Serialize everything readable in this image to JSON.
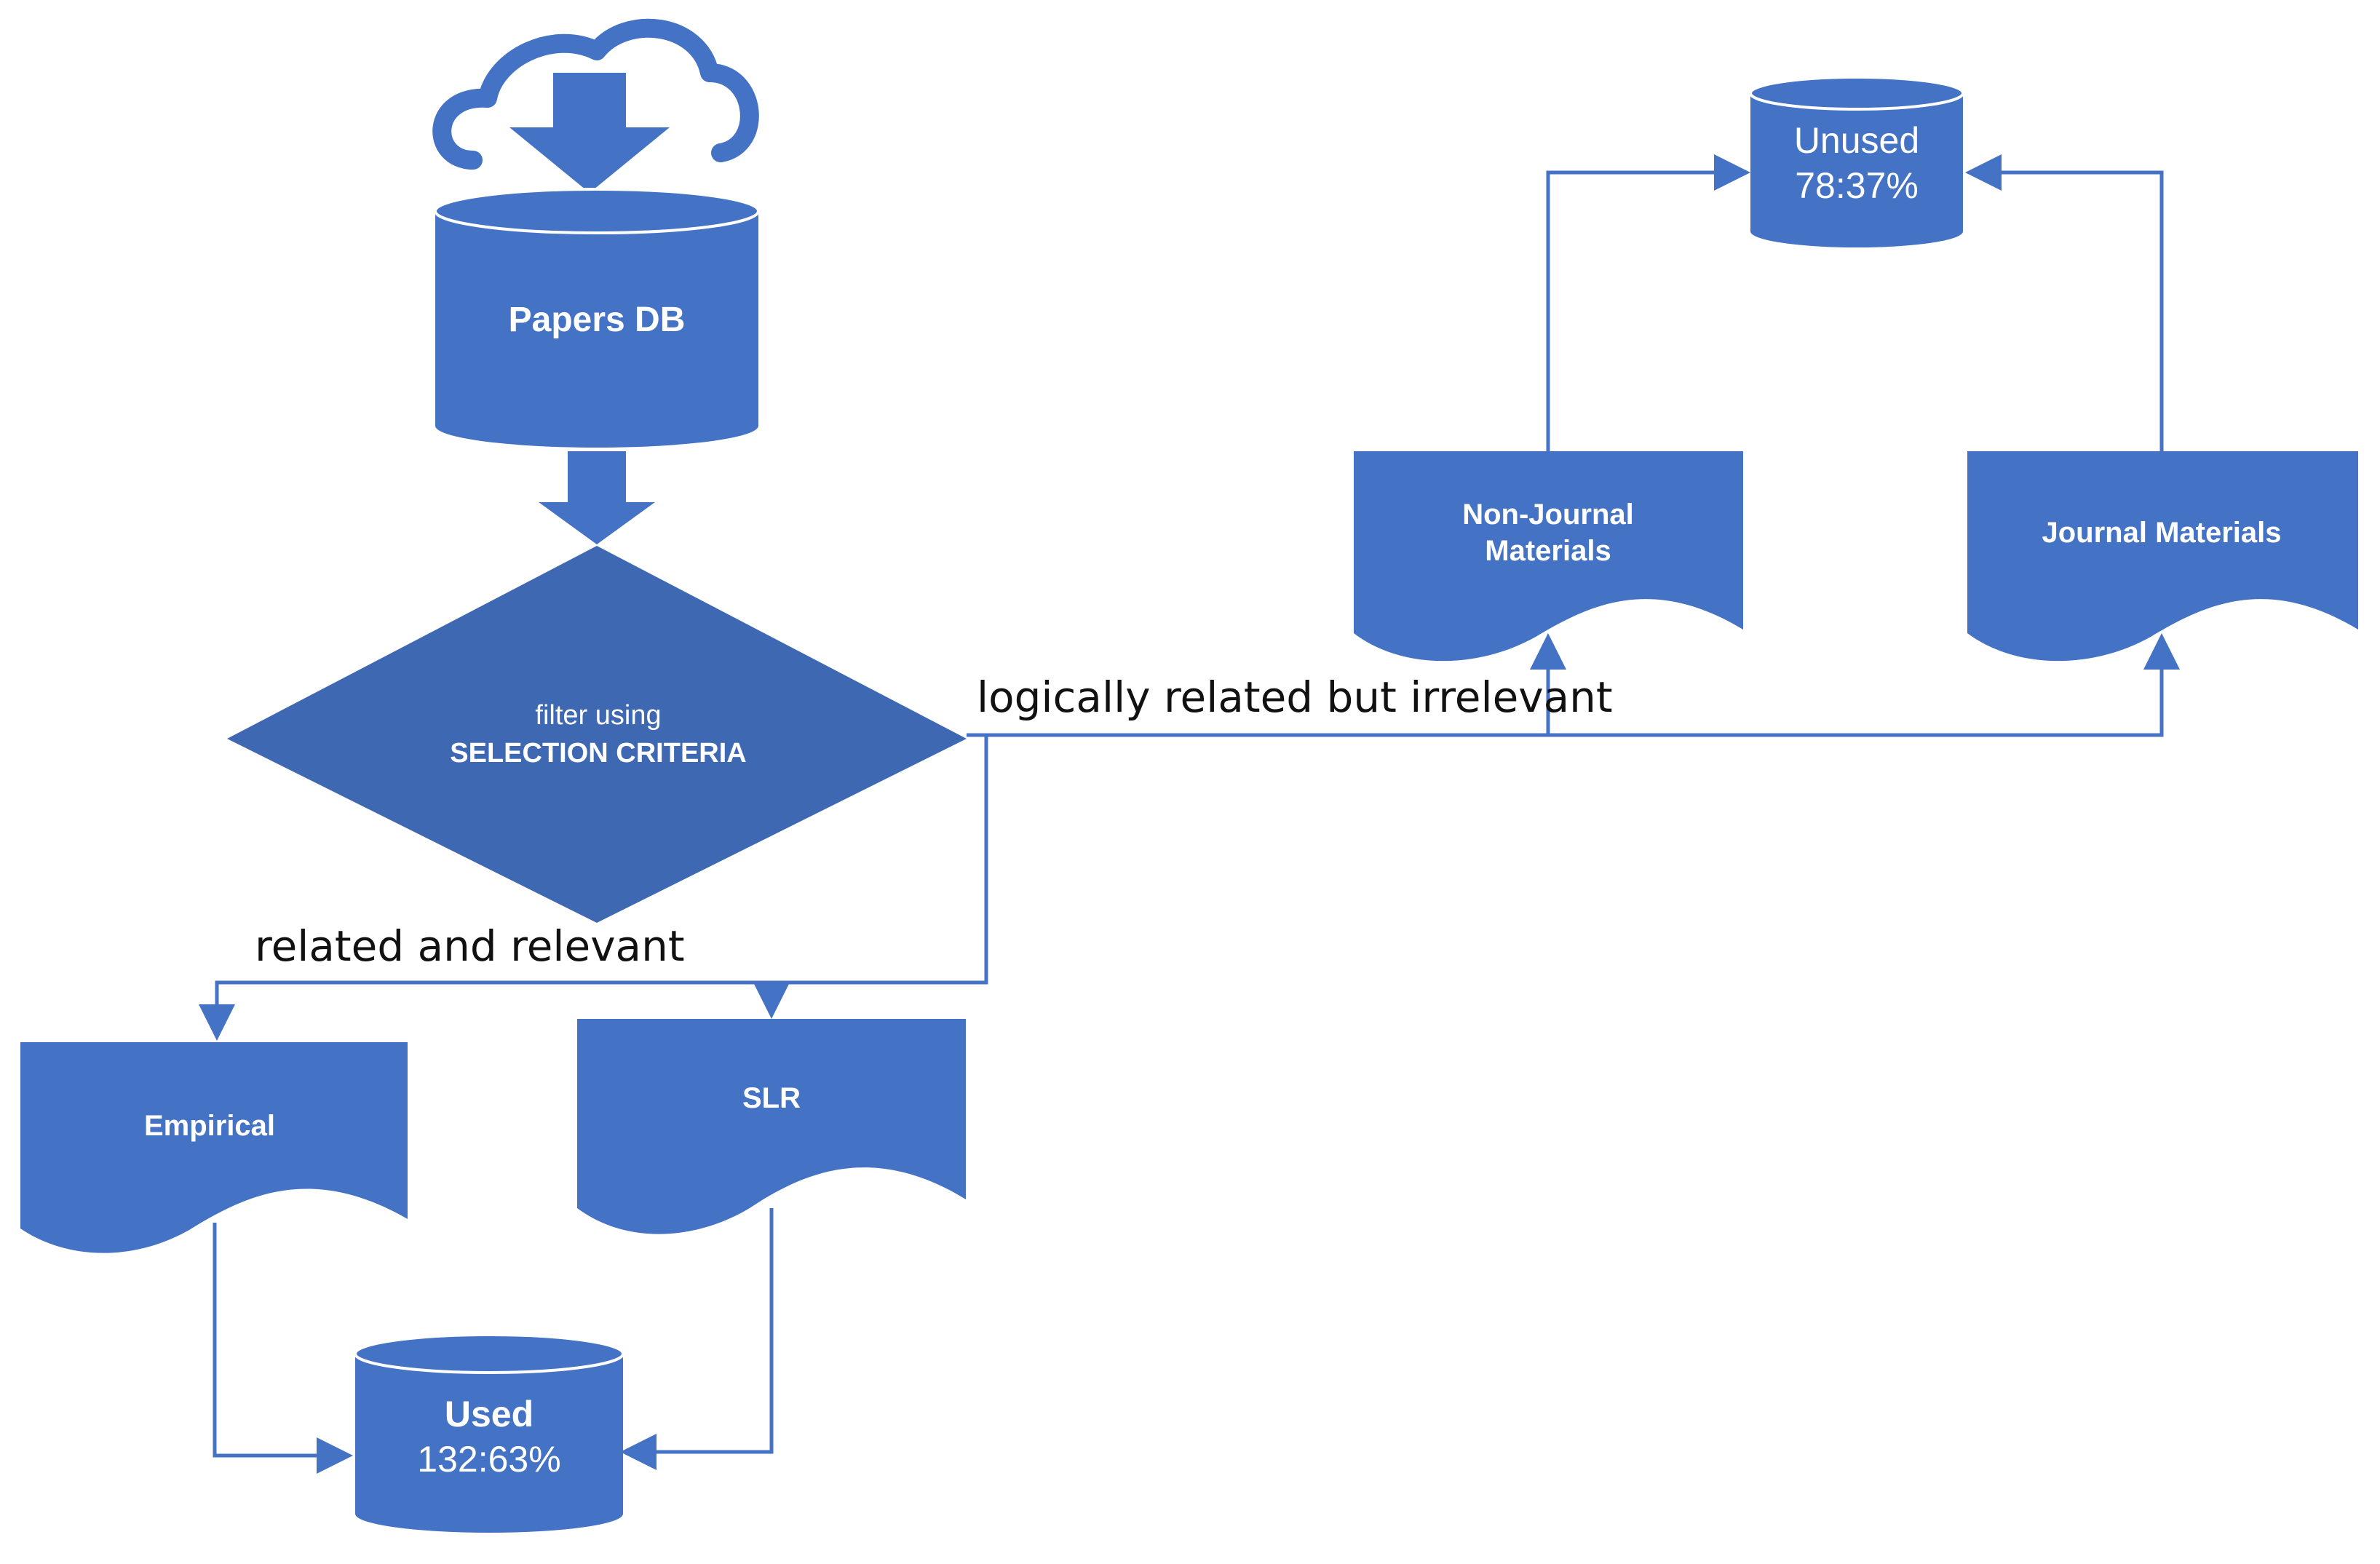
{
  "colors": {
    "shape_fill": "#4472C4",
    "shape_stroke": "#3B65B5",
    "diamond_fill": "#3F68B3",
    "connector": "#4472C4",
    "text_light": "#ffffff",
    "text_dark": "#111111"
  },
  "icons": {
    "download": "cloud-download-icon"
  },
  "nodes": {
    "papers_db": "Papers DB",
    "filter_line1": "filter using",
    "filter_line2": "SELECTION CRITERIA",
    "empirical": "Empirical",
    "slr": "SLR",
    "used_line1": "Used",
    "used_line2": "132:63%",
    "unused_line1": "Unused",
    "unused_line2": "78:37%",
    "non_journal_line1": "Non-Journal",
    "non_journal_line2": "Materials",
    "journal": "Journal Materials"
  },
  "edges": {
    "relevant": "related and relevant",
    "irrelevant": "logically related but irrelevant"
  }
}
